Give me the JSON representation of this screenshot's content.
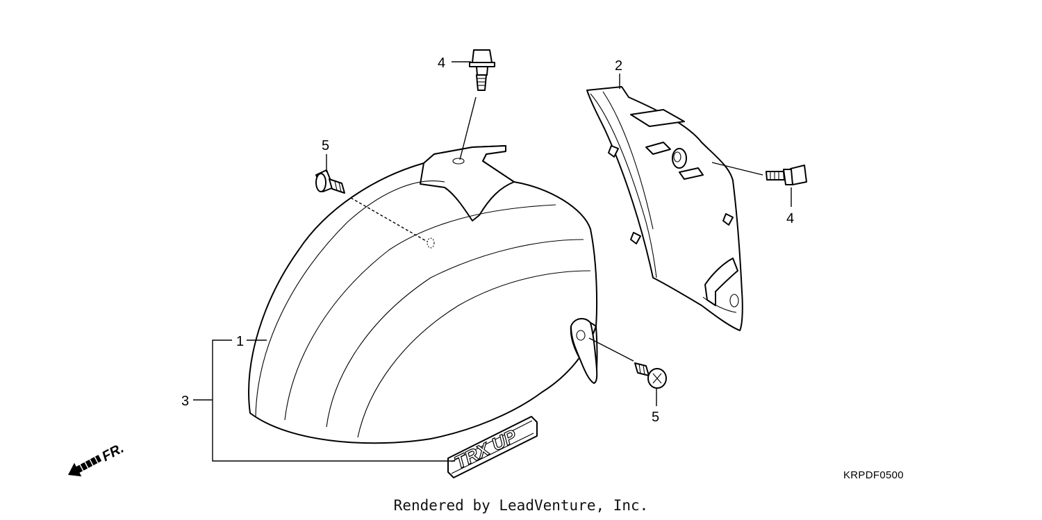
{
  "diagram": {
    "callouts": {
      "c1": "1",
      "c2": "2",
      "c3": "3",
      "c4_top": "4",
      "c4_right": "4",
      "c5_left": "5",
      "c5_bottom": "5"
    },
    "direction_label": "FR.",
    "emblem_text": "TRX UP",
    "drawing_code": "KRPDF0500",
    "footer": "Rendered by LeadVenture, Inc."
  }
}
